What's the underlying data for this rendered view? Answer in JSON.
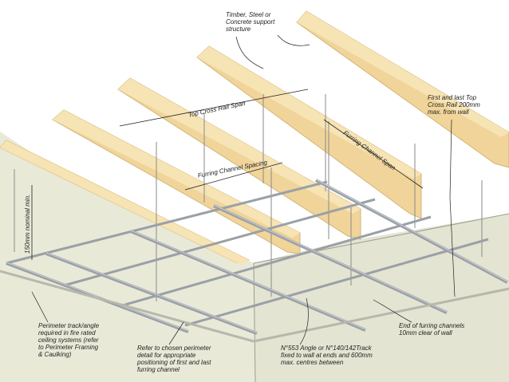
{
  "colors": {
    "background": "#ffffff",
    "wall": "#e9e9d8",
    "wall_edge": "#9c9c8e",
    "beam_top": "#f7e4b4",
    "beam_front": "#f0d49a",
    "beam_edge": "#d2b678",
    "channel": "#9aa0a6",
    "channel_light": "#c9ced3",
    "hanger": "#8a8a8a",
    "annotation": "#222222"
  },
  "labels": {
    "support_structure": "Timber, Steel or\nConcrete support\nstructure",
    "top_cross_rail_span": "Top Cross Rail Span",
    "furring_channel_span": "Furring Channel Span",
    "first_last_top_cross_rail": "First and last Top\nCross Rail 200mm\nmax. from wall",
    "furring_channel_spacing": "Furring Channel Spacing",
    "nominal_150": "150mm nominal min.",
    "perimeter_track": "Perimeter track/angle\nrequired in fire rated\nceiling systems (refer\nto Perimeter Framing\n& Caulking)",
    "perimeter_detail": "Refer to chosen perimeter\ndetail for appropriate\npositioning of first and last\nfurring channel",
    "angle_track": "N°553 Angle or N°140/142Track\nfixed to wall at ends and 600mm\nmax. centres between",
    "end_furring": "End of furring channels\n10mm clear of wall"
  }
}
